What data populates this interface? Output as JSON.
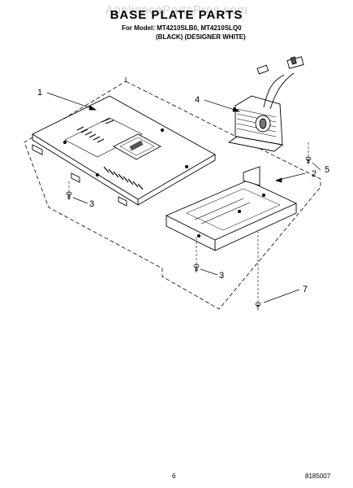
{
  "watermark": "AppliancePartsPros.com",
  "header": {
    "title": "BASE PLATE PARTS",
    "model_line": "For Model: MT4210SLB0, MT4210SLQ0",
    "variants_line": "(BLACK)  (DESIGNER WHITE)"
  },
  "callouts": {
    "c1": "1",
    "c2": "2",
    "c3a": "3",
    "c3b": "3",
    "c4": "4",
    "c5": "5",
    "c7": "7"
  },
  "footer": {
    "page": "6",
    "doc": "8185007"
  }
}
